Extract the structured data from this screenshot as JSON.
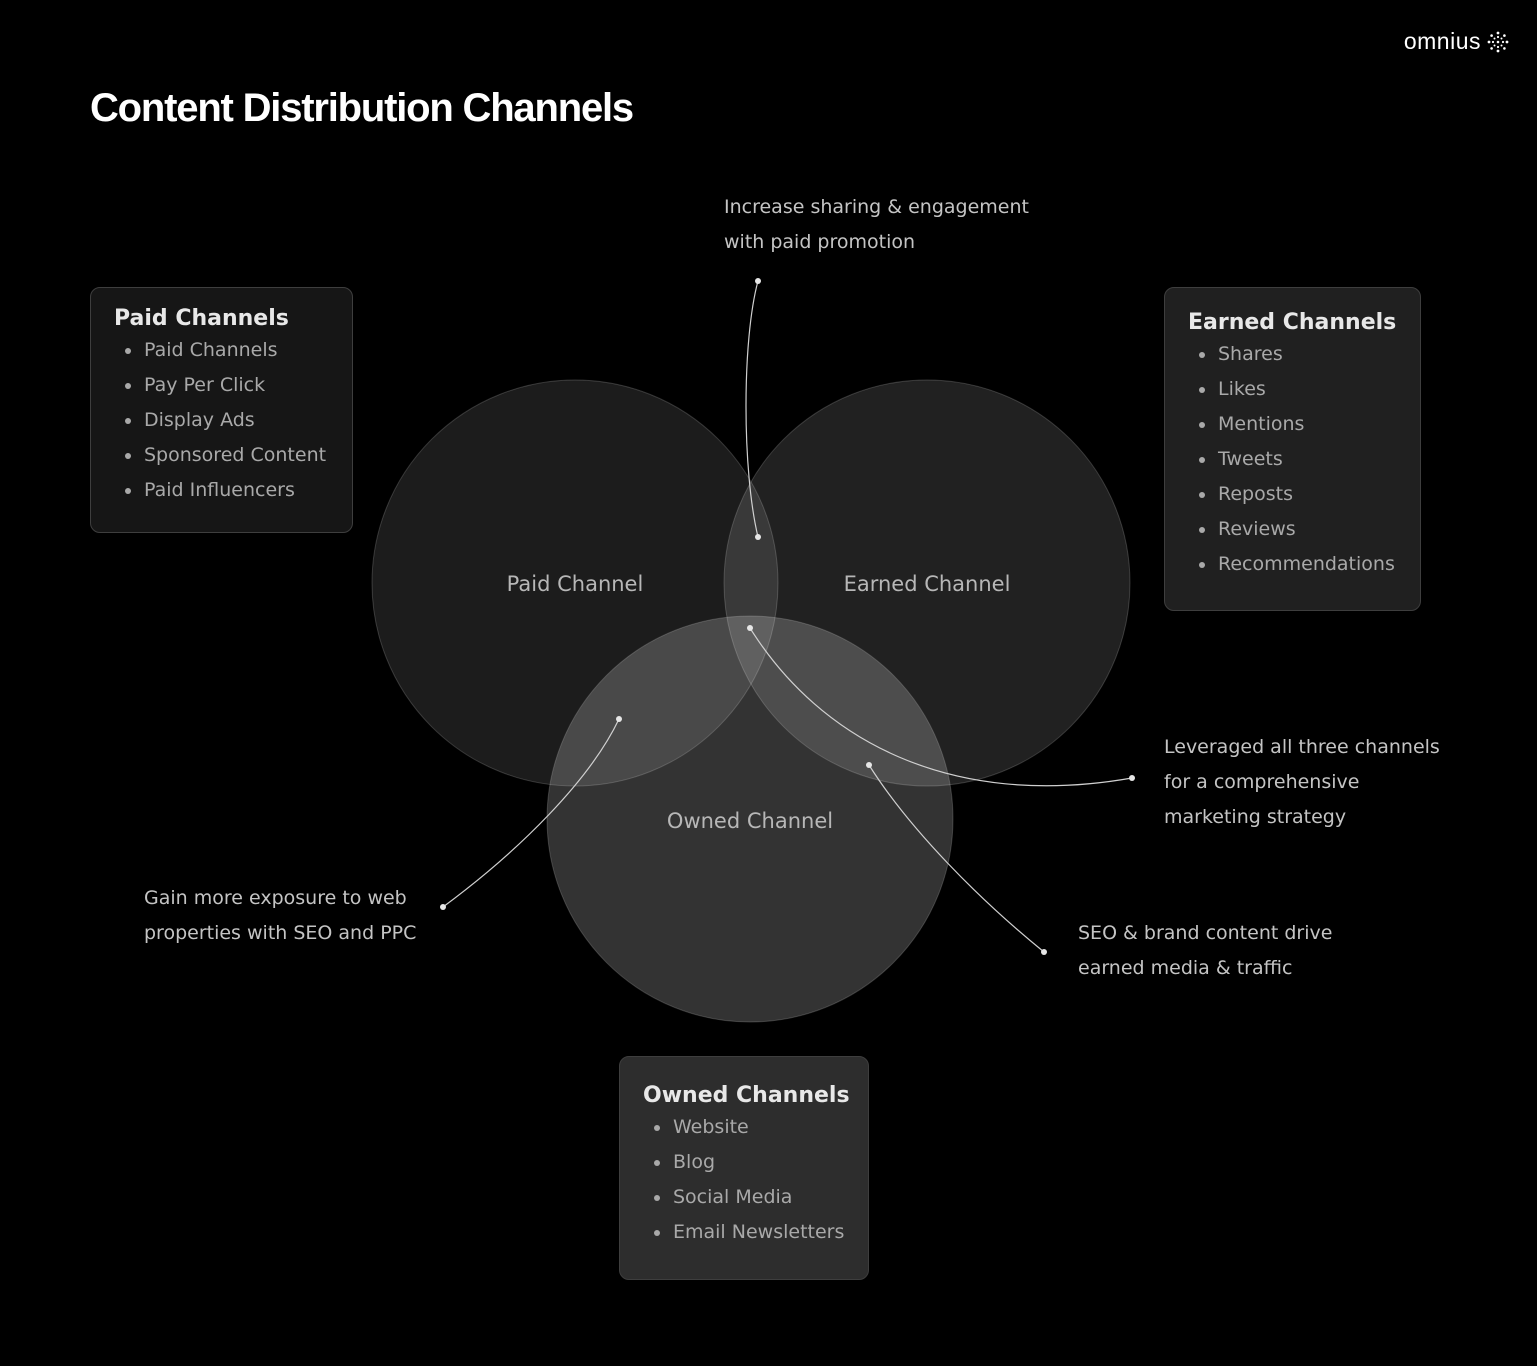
{
  "brand": {
    "logo_text": "omnius",
    "logo_mark": "sunburst-dots-icon"
  },
  "title": "Content Distribution Channels",
  "venn": {
    "circles": [
      {
        "label": "Paid Channel",
        "color": "#ffffff"
      },
      {
        "label": "Earned Channel",
        "color": "#ffffff"
      },
      {
        "label": "Owned Channel",
        "color": "#ffffff"
      }
    ]
  },
  "cards": {
    "paid": {
      "title": "Paid Channels",
      "items": [
        "Paid Channels",
        "Pay Per Click",
        "Display Ads",
        "Sponsored Content",
        "Paid Influencers"
      ]
    },
    "earned": {
      "title": "Earned Channels",
      "items": [
        "Shares",
        "Likes",
        "Mentions",
        "Tweets",
        "Reposts",
        "Reviews",
        "Recommendations"
      ]
    },
    "owned": {
      "title": "Owned Channels",
      "items": [
        "Website",
        "Blog",
        "Social Media",
        "Email Newsletters"
      ]
    }
  },
  "annotations": {
    "paid_earned": [
      "Increase sharing & engagement",
      "with paid promotion"
    ],
    "paid_owned": [
      "Gain more exposure to web",
      "properties with SEO and PPC"
    ],
    "all_three": [
      "Leveraged all three channels",
      "for a comprehensive",
      "marketing strategy"
    ],
    "earned_owned": [
      "SEO & brand content drive",
      "earned media & traffic"
    ]
  }
}
